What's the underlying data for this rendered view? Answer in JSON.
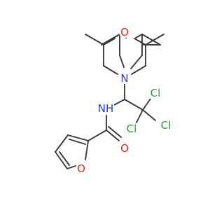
{
  "molecule": {
    "atoms": [
      {
        "id": "O_morph",
        "label": "O",
        "color": "#e8231b"
      },
      {
        "id": "N_morph",
        "label": "N",
        "color": "#1f3fcf"
      },
      {
        "id": "N_amide",
        "label": "NH",
        "color": "#1f3fcf"
      },
      {
        "id": "O_carbonyl",
        "label": "O",
        "color": "#e8231b"
      },
      {
        "id": "O_furan",
        "label": "O",
        "color": "#e8231b"
      },
      {
        "id": "Cl_1",
        "label": "Cl",
        "color": "#2e9e2e"
      },
      {
        "id": "Cl_2",
        "label": "Cl",
        "color": "#2e9e2e"
      },
      {
        "id": "Cl_3",
        "label": "Cl",
        "color": "#2e9e2e"
      }
    ]
  }
}
